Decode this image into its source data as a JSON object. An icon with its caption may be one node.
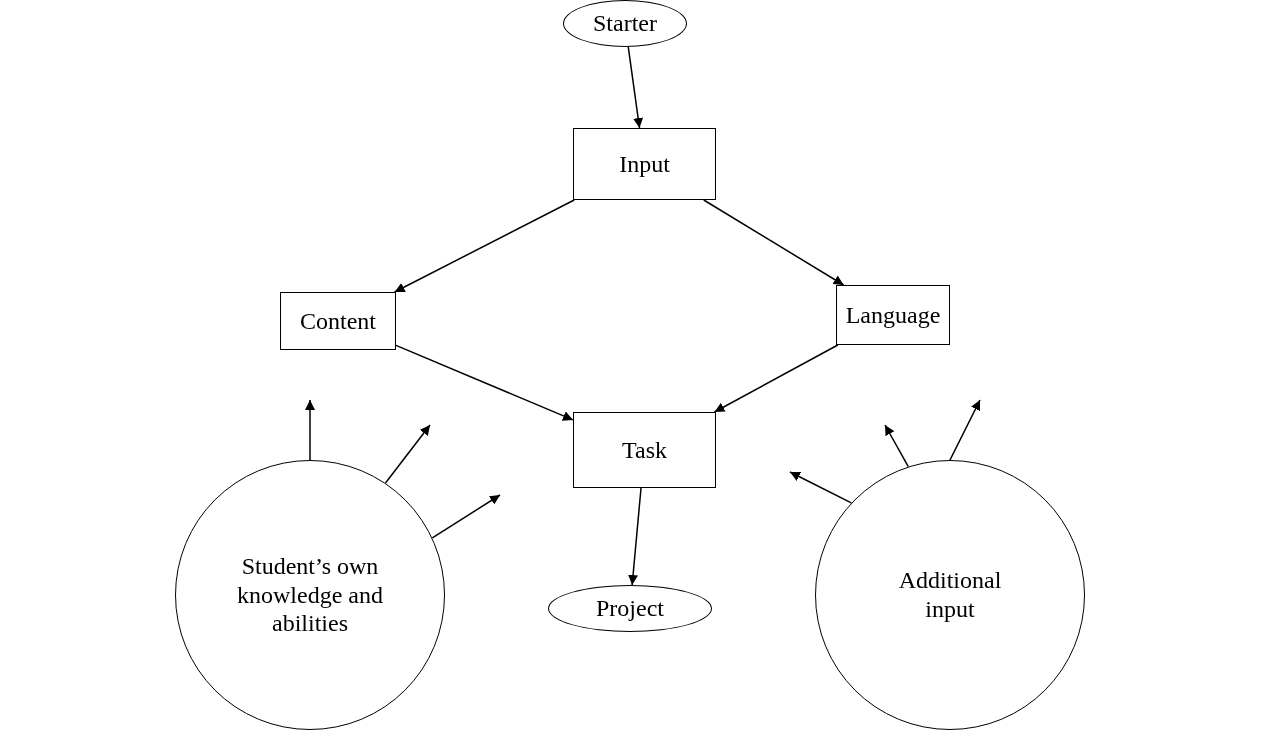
{
  "diagram": {
    "nodes": [
      {
        "text": [
          "Starter"
        ]
      },
      {
        "text": [
          "Input"
        ]
      },
      {
        "text": [
          "Content"
        ]
      },
      {
        "text": [
          "Language"
        ]
      },
      {
        "text": [
          "Task"
        ]
      },
      {
        "text": [
          "Project"
        ]
      },
      {
        "text": [
          "Student’s own knowledge and abilities"
        ]
      },
      {
        "text": [
          "Additional input"
        ]
      }
    ],
    "edges": [
      {
        "from": 0,
        "to": 1,
        "arrow": "to"
      },
      {
        "from": 1,
        "to": 2,
        "arrow": "to"
      },
      {
        "from": 1,
        "to": 3,
        "arrow": "to"
      },
      {
        "from": 2,
        "to": 4,
        "arrow": "to"
      },
      {
        "from": 3,
        "to": 4,
        "arrow": "to"
      },
      {
        "from": 4,
        "to": 5,
        "arrow": "to"
      },
      {
        "from": 6,
        "to": null,
        "arrow": "to"
      },
      {
        "from": 6,
        "to": null,
        "arrow": "to"
      },
      {
        "from": 6,
        "to": null,
        "arrow": "to"
      },
      {
        "from": 7,
        "to": null,
        "arrow": "to"
      },
      {
        "from": 7,
        "to": null,
        "arrow": "to"
      },
      {
        "from": 7,
        "to": null,
        "arrow": "to"
      }
    ]
  }
}
